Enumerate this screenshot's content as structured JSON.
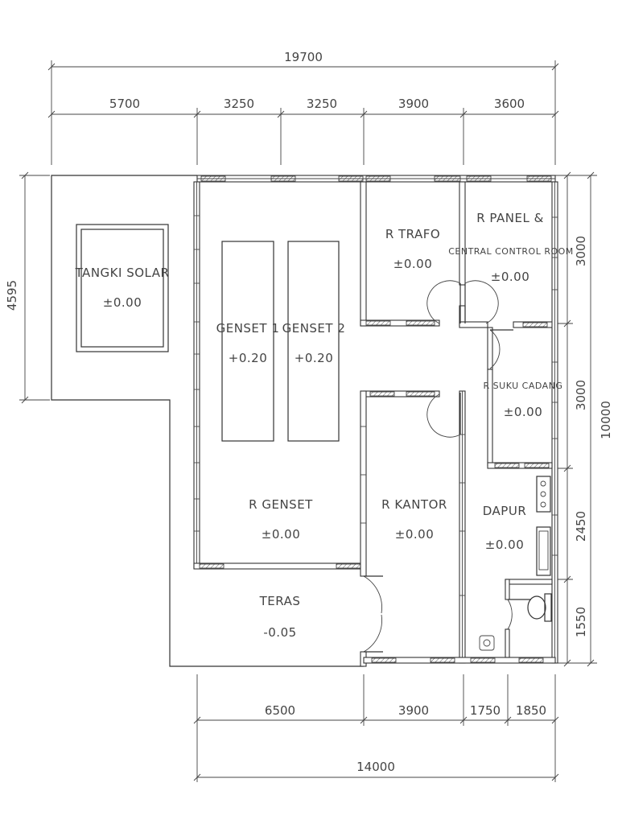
{
  "dimensions": {
    "top_total": "19700",
    "top_segments": [
      "5700",
      "3250",
      "3250",
      "3900",
      "3600"
    ],
    "bottom_segments": [
      "6500",
      "3900",
      "1750",
      "1850"
    ],
    "bottom_total": "14000",
    "left_tank": "4595",
    "right_segments": [
      "3000",
      "3000",
      "2450",
      "1550"
    ],
    "right_total": "10000"
  },
  "rooms": {
    "tangki_solar": {
      "name": "TANGKI SOLAR",
      "level": "±0.00"
    },
    "genset1": {
      "name": "GENSET 1",
      "level": "+0.20"
    },
    "genset2": {
      "name": "GENSET 2",
      "level": "+0.20"
    },
    "r_genset": {
      "name": "R GENSET",
      "level": "±0.00"
    },
    "r_trafo": {
      "name": "R TRAFO",
      "level": "±0.00"
    },
    "r_panel": {
      "name_line1": "R PANEL &",
      "name_line2": "CENTRAL CONTROL ROOM",
      "level": "±0.00"
    },
    "r_suku_cadang": {
      "name": "R SUKU CADANG",
      "level": "±0.00"
    },
    "r_kantor": {
      "name": "R KANTOR",
      "level": "±0.00"
    },
    "dapur": {
      "name": "DAPUR",
      "level": "±0.00"
    },
    "teras": {
      "name": "TERAS",
      "level": "-0.05"
    }
  }
}
